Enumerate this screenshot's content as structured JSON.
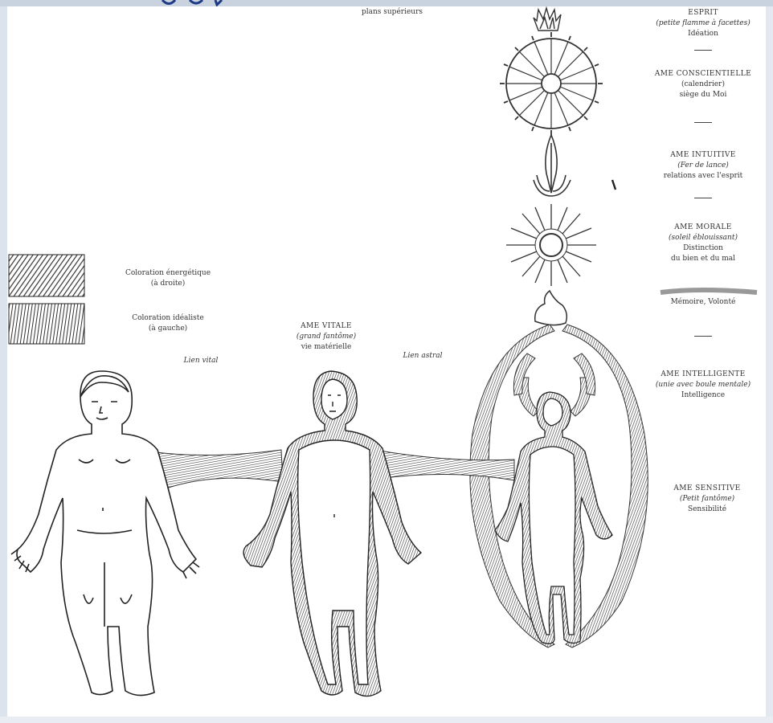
{
  "title": "plans supérieurs",
  "hierarchy": [
    {
      "name": "ESPRIT",
      "form": "(petite flamme à facettes)",
      "function": "Idéation"
    },
    {
      "name": "AME CONSCIENTIELLE",
      "form": "(calendrier)",
      "function": "siège du Moi"
    },
    {
      "name": "AME INTUITIVE",
      "form": "(Fer de lance)",
      "function": "relations avec l'esprit"
    },
    {
      "name": "AME MORALE",
      "form": "(soleil éblouissant)",
      "function": "Distinction",
      "function2": "du bien et du mal"
    },
    {
      "name": "",
      "form": "",
      "function": "Mémoire, Volonté"
    },
    {
      "name": "AME INTELLIGENTE",
      "form": "(unie avec boule mentale)",
      "function": "Intelligence"
    },
    {
      "name": "AME SENSITIVE",
      "form": "(Petit fantôme)",
      "function": "Sensibilité"
    }
  ],
  "legend": {
    "energy": {
      "line1": "Coloration énergétique",
      "line2": "(à droite)"
    },
    "ideal": {
      "line1": "Coloration idéaliste",
      "line2": "(à gauche)"
    }
  },
  "figure_labels": {
    "vital_link": "Lien vital",
    "astral_link": "Lien astral",
    "vital_soul": {
      "name": "AME VITALE",
      "form": "(grand fantôme)",
      "function": "vie matérielle"
    }
  },
  "colors": {
    "ink": "#333333",
    "paper": "#ffffff",
    "frame": "#d7dee8"
  }
}
